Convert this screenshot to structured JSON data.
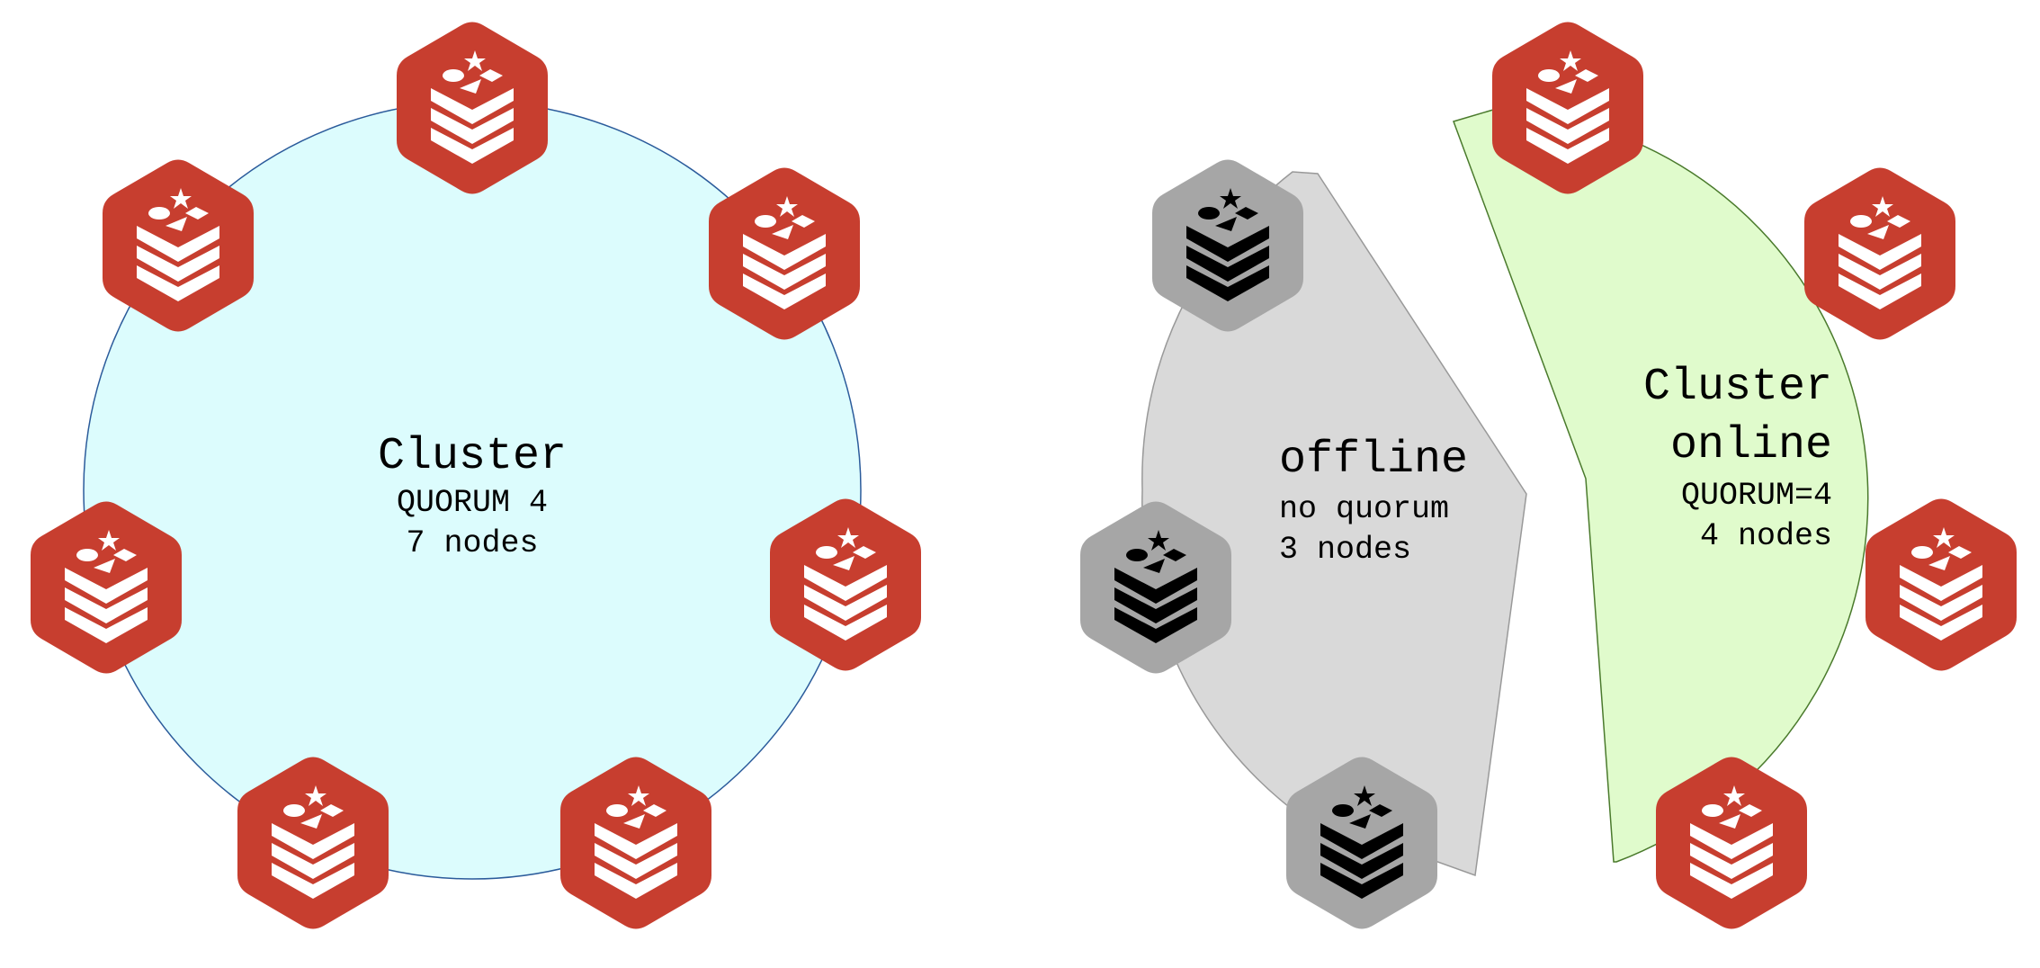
{
  "colors": {
    "node_active": "#c73e2f",
    "node_active_glyph": "#ffffff",
    "node_offline": "#a6a6a6",
    "node_offline_glyph": "#000000",
    "cluster_fill": "#dcfcfd",
    "cluster_stroke": "#2b5b9b",
    "offline_fill": "#d9d9d9",
    "offline_stroke": "#999999",
    "online_fill": "#e0fbcc",
    "online_stroke": "#4a7a2c"
  },
  "full_cluster": {
    "title": "Cluster",
    "quorum": "QUORUM 4",
    "nodes": "7 nodes",
    "node_count": 7,
    "node_state": "active"
  },
  "offline_partition": {
    "title": "offline",
    "quorum": "no quorum",
    "nodes": "3 nodes",
    "node_count": 3,
    "node_state": "offline"
  },
  "online_partition": {
    "title_line1": "Cluster",
    "title_line2": "online",
    "quorum": "QUORUM=4",
    "nodes": "4 nodes",
    "node_count": 4,
    "node_state": "active"
  },
  "icon": "redis-logo-icon"
}
